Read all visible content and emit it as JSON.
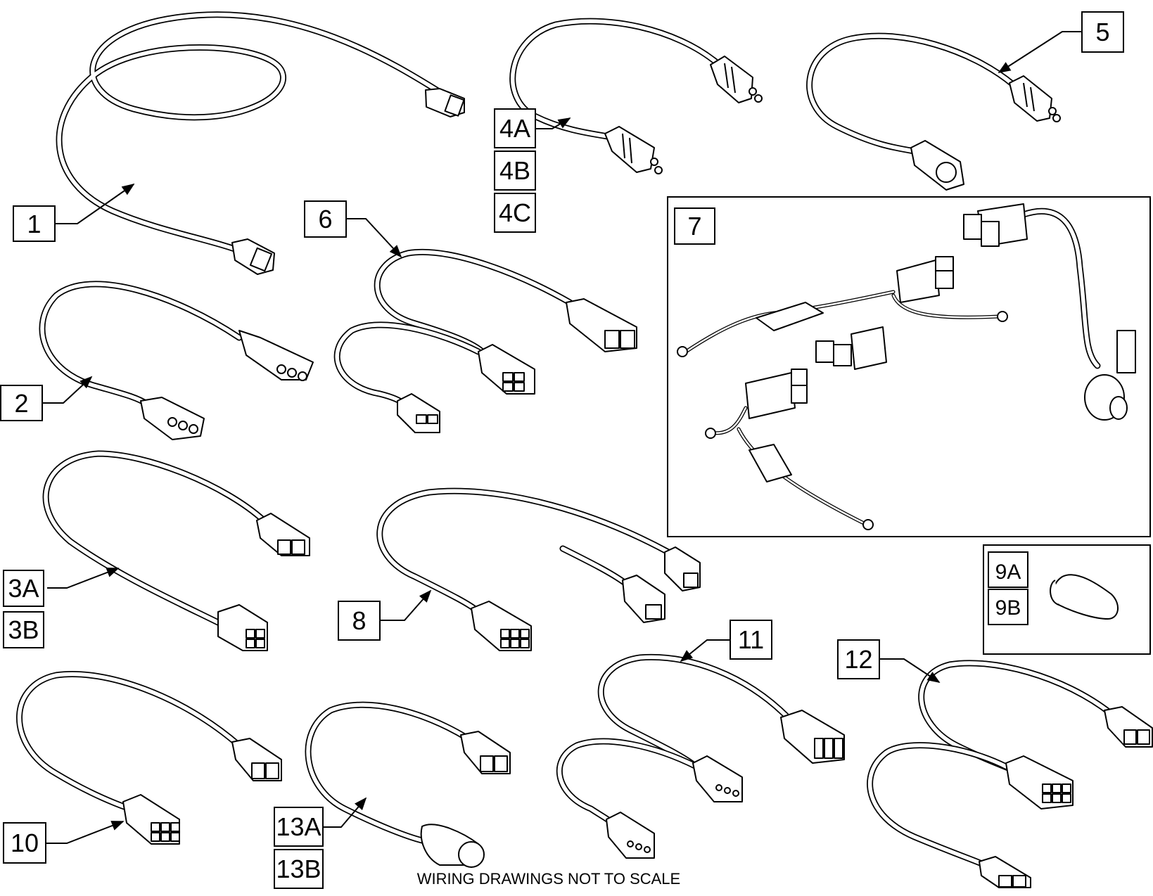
{
  "callouts": {
    "c1": "1",
    "c2": "2",
    "c3a": "3A",
    "c3b": "3B",
    "c4a": "4A",
    "c4b": "4B",
    "c4c": "4C",
    "c5": "5",
    "c6": "6",
    "c7": "7",
    "c8": "8",
    "c9a": "9A",
    "c9b": "9B",
    "c10": "10",
    "c11": "11",
    "c12": "12",
    "c13a": "13A",
    "c13b": "13B"
  },
  "footer": {
    "note": "WIRING DRAWINGS NOT TO SCALE"
  }
}
